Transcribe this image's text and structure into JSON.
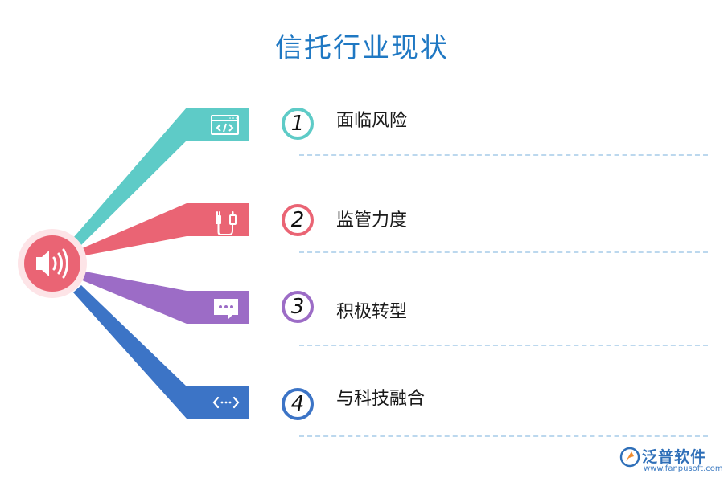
{
  "title": "信托行业现状",
  "hub": {
    "icon": "speaker-icon",
    "color": "#ea6474",
    "halo": "#fde4e7"
  },
  "items": [
    {
      "number": "1",
      "label": "面临风险",
      "color": "#5ecbc7",
      "icon": "code-window-icon"
    },
    {
      "number": "2",
      "label": "监管力度",
      "color": "#ea6474",
      "icon": "cable-icon"
    },
    {
      "number": "3",
      "label": "积极转型",
      "color": "#9c6cc6",
      "icon": "chat-bubble-icon"
    },
    {
      "number": "4",
      "label": "与科技融合",
      "color": "#3c74c6",
      "icon": "network-arrows-icon"
    }
  ],
  "logo": {
    "name": "泛普软件",
    "url": "www.fanpusoft.com",
    "color": "#2f6fb8"
  }
}
